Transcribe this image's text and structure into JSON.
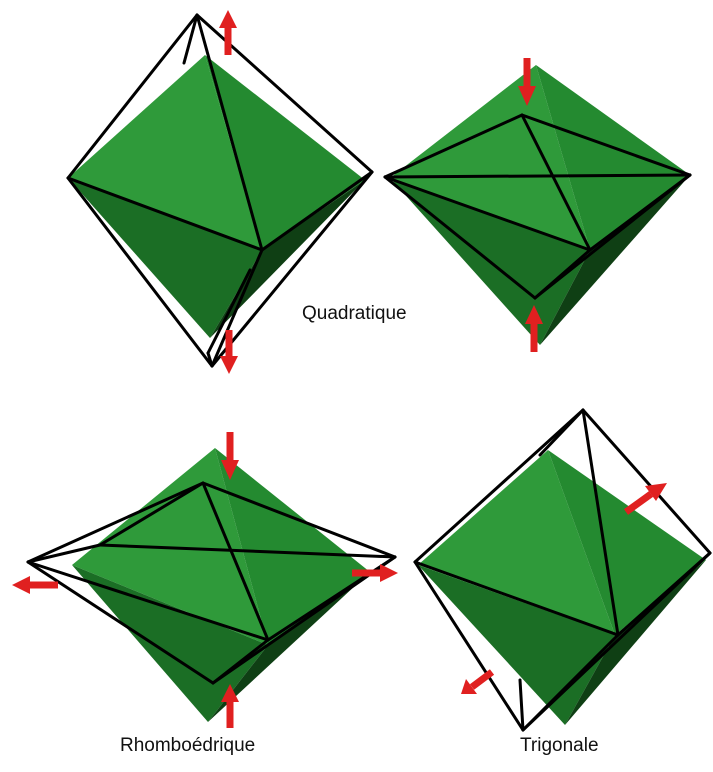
{
  "colors": {
    "face_light": "#2f9a3a",
    "face_mid": "#248a30",
    "face_dark": "#1b6e25",
    "face_darkest": "#0f3f14",
    "edge": "#000000",
    "arrow": "#e02020"
  },
  "labels": {
    "quadratique": "Quadratique",
    "rhomboedrique": "Rhomboédrique",
    "trigonale": "Trigonale"
  }
}
